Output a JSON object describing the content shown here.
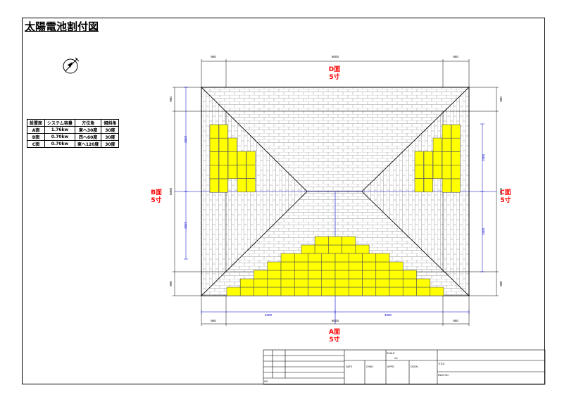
{
  "title": "太陽電池割付図",
  "faces": {
    "top": {
      "name": "D面",
      "pitch": "5寸"
    },
    "bottom": {
      "name": "A面",
      "pitch": "5寸"
    },
    "left": {
      "name": "B面",
      "pitch": "5寸"
    },
    "right": {
      "name": "C面",
      "pitch": "5寸"
    }
  },
  "dims": {
    "top": [
      "900",
      "8000",
      "900"
    ],
    "bottom": [
      "900",
      "8000",
      "900"
    ],
    "bottom_inner": [
      "4000",
      "4000"
    ],
    "left": [
      "900",
      "6000",
      "900"
    ],
    "right": [
      "900",
      "6000",
      "900"
    ],
    "left_panels": [
      "6392",
      "3382"
    ],
    "right_panels": [
      "2900",
      "2900"
    ]
  },
  "spec_table": {
    "headers": [
      "設置面",
      "システム容量",
      "方位角",
      "傾斜角"
    ],
    "rows": [
      [
        "A面",
        "1.76kw",
        "東へ30度",
        "30度"
      ],
      [
        "B面",
        "0.70kw",
        "西へ60度",
        "30度"
      ],
      [
        "C面",
        "0.70kw",
        "東へ120度",
        "30度"
      ]
    ]
  },
  "title_block": {
    "scale_label": "SCALE",
    "scale_value": "1/1",
    "title_label": "TITLE",
    "dwg_label": "DWG NO.",
    "no_label": "NO.",
    "date_label": "DATE",
    "chkd_label": "CHKD.",
    "appd_label": "APPD.",
    "dsgn_label": "DSGN."
  },
  "colors": {
    "panel": "#ffff00",
    "panel_stroke": "#555555",
    "dim_blue": "#0000cc",
    "label_red": "#ff0000",
    "tile": "#999999"
  }
}
